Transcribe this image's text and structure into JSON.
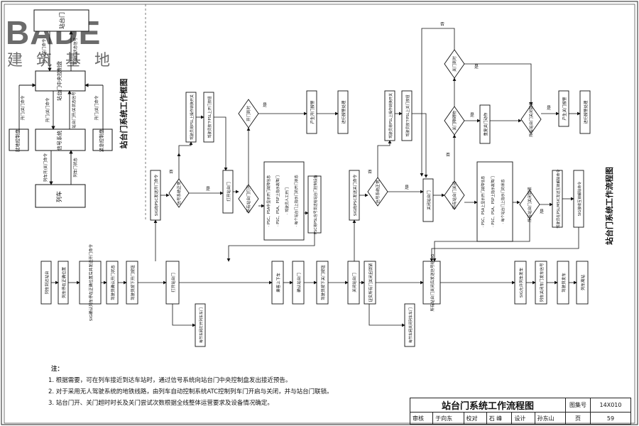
{
  "logo": {
    "word": "BADE",
    "sub": "建 筑 基 地"
  },
  "left_panel": {
    "title": "站台门系统工作框图",
    "boxes": {
      "top": "站台门",
      "controller": "站台门中央控制盘",
      "signal": "信号系统",
      "train": "列车",
      "psl_left": "就地控制盘",
      "psl_right": "紧急控制盘"
    },
    "arrows": {
      "a1": "开门/关门命令",
      "a2": "站台门状态信号",
      "a3": "开门/关门命令",
      "a4": "站台门开/关状态信号",
      "a5": "开门/关门命令",
      "a6": "开门/关门命令",
      "a7": "站台门状态",
      "a8": "开门/关门命令",
      "a9": "列车开/关门命令",
      "a10": "列车门状态"
    }
  },
  "flow": {
    "title": "站台门系统工作流程图",
    "yes": "是",
    "no": "否",
    "main": [
      "列车到达站台",
      "列车停在正确位置",
      "SIG确认列车停在正确位置后并发送开门命令",
      "驾驶员确认开门状态",
      "驾驶员按下开门按钮",
      "打开站台门",
      "乘客上下车",
      "确认站台门",
      "驾驶员按下关门按钮",
      "关闭站台门",
      "证实所有门关闭且锁紧",
      "所有站台门关闭后发送信号给SIG",
      "SIG允许列车发车",
      "列车关闭车门发车信号",
      "驾驶员发车",
      "列车离站"
    ],
    "open_branch": {
      "cmd": "SIG向PSC发送开门命令",
      "q_auto": "信号系统正常",
      "manual1": "驾驶员将PSL上操作转换开关",
      "manual2": "驾驶员按下PSL上开门按钮",
      "open": "打开站台门",
      "q_open": "所有站台门打开",
      "q_opened": "开门到时",
      "alarm": "产生开门报警",
      "handle": "进行报警处理",
      "info": [
        "PSC、PSA中显示开门故障信息",
        "PSC、PSA、PSP上指示故障门",
        "驾驶员人工开门",
        "每个站台门上指示门的开门状态"
      ],
      "fb": "PSC将PSL信号发送给站台门控制设备",
      "side": "每节车厢打开列车车门"
    },
    "close_branch": {
      "cmd": "SIG向PSC发送关门命令",
      "q_auto": "信号系统正常",
      "manual1": "驾驶员将PSL上操作转换开关",
      "manual2": "驾驶员按下PSL上关门按钮",
      "close": "关闭站台门",
      "q_closed": "所有站台门关闭",
      "q_timer": "关门到时",
      "q_obstacle": "关门障碍物",
      "reopen": "重复关门动作",
      "q_locked": "所有站台门关闭锁紧",
      "alarm": "产生关门报警",
      "handle": "进行报警处理",
      "info": [
        "PSC、PSA上显示开门故障信息",
        "PSC、PSA、PSP上指示故障门",
        "每个站台门上指示门的状态"
      ],
      "fb1": "驾驶员在PSL/MSIC发送互锁解除命令",
      "fb2": "SIG接收互锁解除命令",
      "side": "每节车厢关闭列车车门"
    }
  },
  "notes": {
    "title": "注：",
    "items": [
      "1. 根据需要，可在列车接近到达车站时，通过信号系统向站台门中央控制盘发出接近预告。",
      "2. 对于采用无人驾驶系统的地铁线路，由列车自动控制系统ATC控制列车门开启与关闭，并与站台门联锁。",
      "3. 站台门开、关门超时时长及关门尝试次数根据全线整体运营要求及设备情况确定。"
    ]
  },
  "titleblock": {
    "drawing_title": "站台门系统工作流程图",
    "atlas_label": "图集号",
    "atlas_no": "14X010",
    "page_label": "页",
    "page_no": "59",
    "review": "审核",
    "reviewer": "于向东",
    "check": "校对",
    "checker": "石 峰",
    "design": "设计",
    "designer": "孙东山"
  }
}
